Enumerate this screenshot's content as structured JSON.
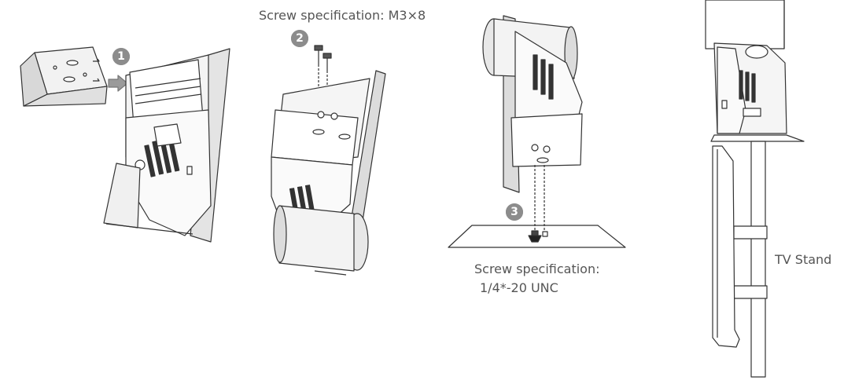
{
  "steps": [
    {
      "number": "1"
    },
    {
      "number": "2",
      "caption": "Screw specification: M3×8"
    },
    {
      "number": "3",
      "caption_line1": "Screw specification:",
      "caption_line2": "1/4*-20 UNC"
    }
  ],
  "stand_label": "TV Stand",
  "colors": {
    "line": "#333333",
    "fill": "#e8e8e8",
    "step_badge": "#8c8c8c",
    "text": "#555555"
  }
}
